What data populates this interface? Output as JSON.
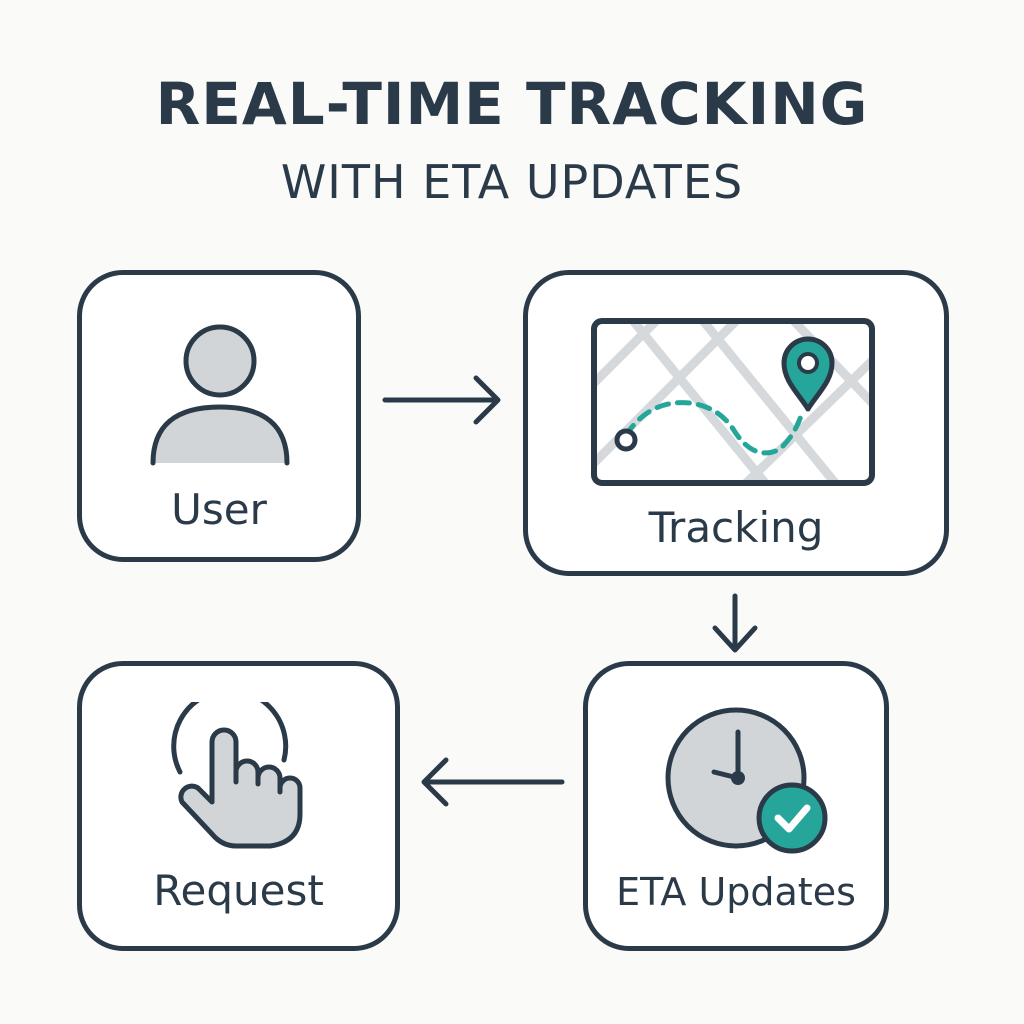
{
  "title": {
    "line1": "REAL-TIME TRACKING",
    "line2": "WITH ETA UPDATES"
  },
  "nodes": {
    "user": {
      "label": "User",
      "icon": "user-icon"
    },
    "tracking": {
      "label": "Tracking",
      "icon": "map-route-icon"
    },
    "eta": {
      "label": "ETA Updates",
      "icon": "clock-check-icon"
    },
    "request": {
      "label": "Request",
      "icon": "tap-hand-icon"
    }
  },
  "colors": {
    "outline": "#2b3a48",
    "accent": "#26a69a",
    "fill": "#d1d5d8",
    "background": "#fafaf9"
  }
}
